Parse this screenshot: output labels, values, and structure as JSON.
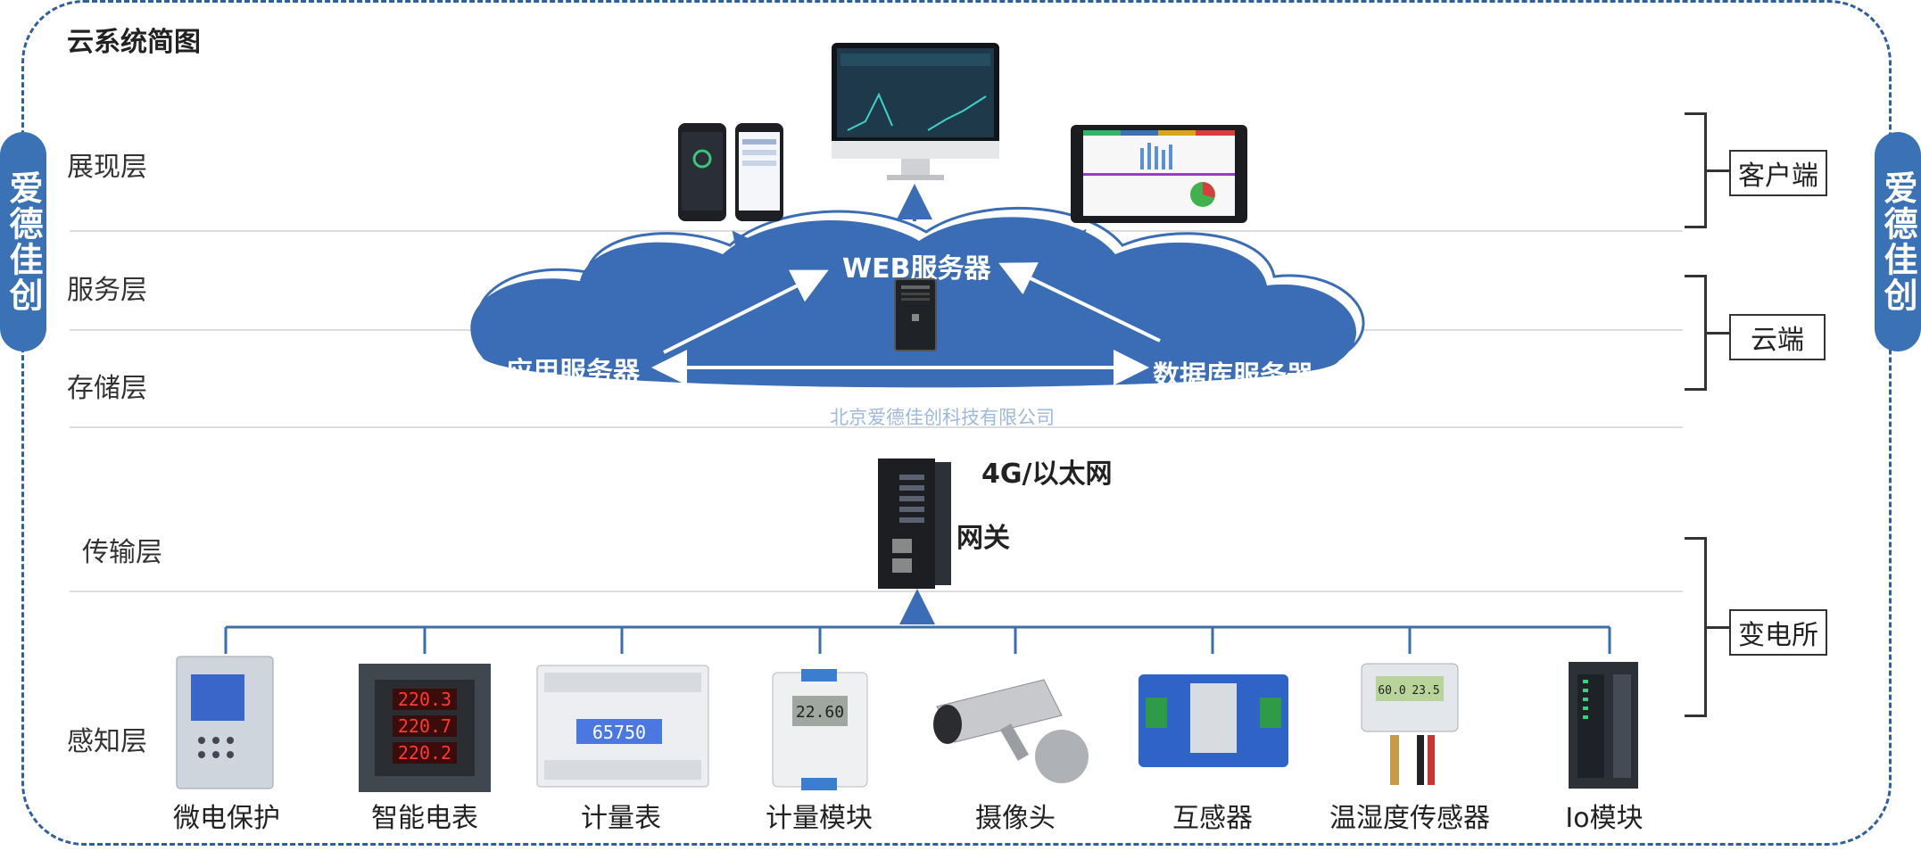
{
  "title": "云系统简图",
  "brand": "爱德佳创",
  "watermark": "北京爱德佳创科技有限公司",
  "colors": {
    "accent": "#3b71b5",
    "cloud": "#3a6db5",
    "frame": "#2e5f9e"
  },
  "layers": [
    "展现层",
    "服务层",
    "存储层",
    "传输层",
    "感知层"
  ],
  "tiers": [
    "客户端",
    "云端",
    "变电所"
  ],
  "cloud": {
    "web": "WEB服务器",
    "app": "应用服务器",
    "db": "数据库服务器"
  },
  "network": {
    "link": "4G/以太网",
    "gateway": "网关"
  },
  "devices": [
    "微电保护",
    "智能电表",
    "计量表",
    "计量模块",
    "摄像头",
    "互感器",
    "温湿度传感器",
    "Io模块"
  ],
  "meter_readings": {
    "smart_meter": [
      "220.3",
      "220.7",
      "220.2"
    ],
    "metering_meter": "65750",
    "module": "22.60",
    "sensor": [
      "60.0",
      "23.5"
    ]
  }
}
